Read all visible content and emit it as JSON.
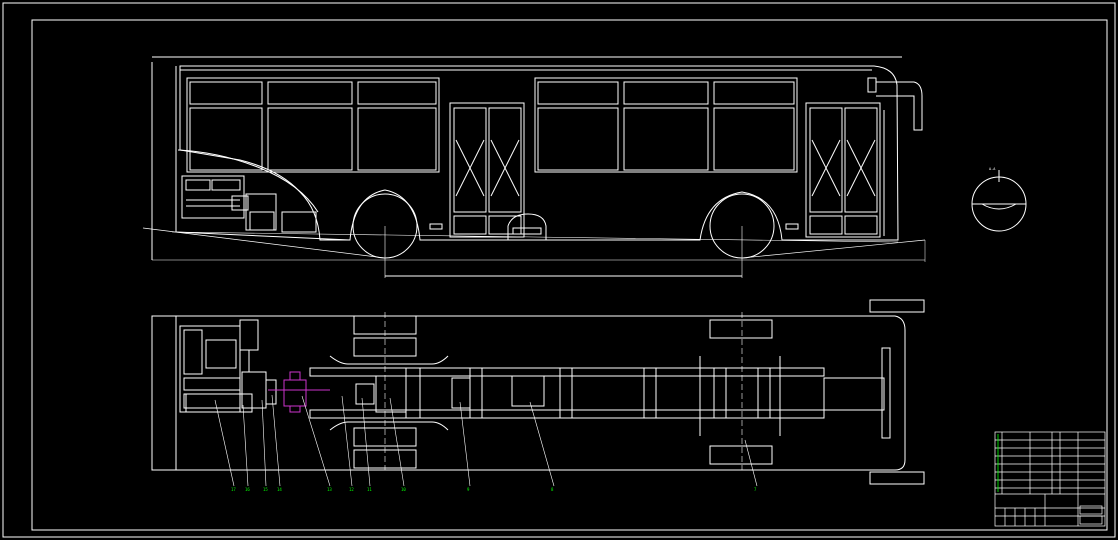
{
  "drawing": {
    "section_marker": "A-A",
    "dim_overall_length": "",
    "dim_wheelbase": ""
  },
  "callouts": [
    {
      "label": "17"
    },
    {
      "label": "16"
    },
    {
      "label": "15"
    },
    {
      "label": "14"
    },
    {
      "label": "13"
    },
    {
      "label": "12"
    },
    {
      "label": "11"
    },
    {
      "label": "10"
    },
    {
      "label": "9"
    },
    {
      "label": "8"
    },
    {
      "label": "7"
    }
  ],
  "title_block": {
    "drawing_title": "",
    "drawing_no": ""
  },
  "colors": {
    "lines": "#ffffff",
    "callouts": "#00ff00",
    "highlight": "#cc33cc",
    "background": "#000000"
  }
}
